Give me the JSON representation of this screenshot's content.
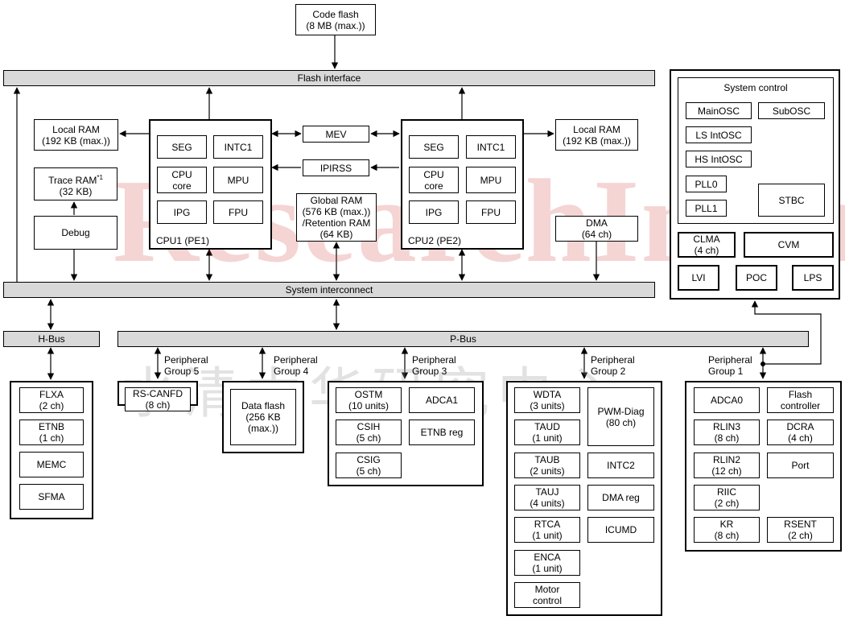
{
  "blocks": {
    "code_flash": "Code flash\n(8 MB (max.))",
    "flash_interface": "Flash interface",
    "local_ram_1": "Local RAM\n(192 KB (max.))",
    "local_ram_2": "Local RAM\n(192 KB (max.))",
    "trace_ram": "Trace RAM",
    "trace_ram_mark": "*1",
    "trace_ram_size": "(32 KB)",
    "debug": "Debug",
    "mev": "MEV",
    "ipirss": "IPIRSS",
    "global_ram": "Global RAM\n(576 KB (max.))\n/Retention RAM\n(64 KB)",
    "dma": "DMA\n(64 ch)",
    "system_interconnect": "System interconnect",
    "h_bus": "H-Bus",
    "p_bus": "P-Bus"
  },
  "cpu1": {
    "label": "CPU1 (PE1)",
    "seg": "SEG",
    "intc1": "INTC1",
    "cpu_core": "CPU\ncore",
    "mpu": "MPU",
    "ipg": "IPG",
    "fpu": "FPU"
  },
  "cpu2": {
    "label": "CPU2 (PE2)",
    "seg": "SEG",
    "intc1": "INTC1",
    "cpu_core": "CPU\ncore",
    "mpu": "MPU",
    "ipg": "IPG",
    "fpu": "FPU"
  },
  "system_control": {
    "title": "System control",
    "mainosc": "MainOSC",
    "subosc": "SubOSC",
    "ls_intosc": "LS IntOSC",
    "hs_intosc": "HS IntOSC",
    "pll0": "PLL0",
    "pll1": "PLL1",
    "stbc": "STBC",
    "clma": "CLMA\n(4 ch)",
    "cvm": "CVM",
    "lvi": "LVI",
    "poc": "POC",
    "lps": "LPS"
  },
  "hbus_group": {
    "flxa": "FLXA\n(2 ch)",
    "etnb": "ETNB\n(1 ch)",
    "memc": "MEMC",
    "sfma": "SFMA"
  },
  "group5": {
    "label": "Peripheral\nGroup 5",
    "rs_canfd": "RS-CANFD\n(8 ch)"
  },
  "group4": {
    "label": "Peripheral\nGroup 4",
    "data_flash": "Data flash\n(256 KB\n(max.))"
  },
  "group3": {
    "label": "Peripheral\nGroup 3",
    "ostm": "OSTM\n(10 units)",
    "adca1": "ADCA1",
    "csih": "CSIH\n(5 ch)",
    "etnb_reg": "ETNB reg",
    "csig": "CSIG\n(5 ch)"
  },
  "group2": {
    "label": "Peripheral\nGroup 2",
    "wdta": "WDTA\n(3 units)",
    "pwm_diag": "PWM-Diag\n(80 ch)",
    "taud": "TAUD\n(1 unit)",
    "taub": "TAUB\n(2 units)",
    "intc2": "INTC2",
    "tauj": "TAUJ\n(4 units)",
    "dma_reg": "DMA reg",
    "rtca": "RTCA\n(1 unit)",
    "icumd": "ICUMD",
    "enca": "ENCA\n(1 unit)",
    "motor_control": "Motor\ncontrol"
  },
  "group1": {
    "label": "Peripheral\nGroup 1",
    "adca0": "ADCA0",
    "flash_controller": "Flash\ncontroller",
    "rlin3": "RLIN3\n(8 ch)",
    "dcra": "DCRA\n(4 ch)",
    "rlin2": "RLIN2\n(12 ch)",
    "port": "Port",
    "riic": "RIIC\n(2 ch)",
    "kr": "KR\n(8 ch)",
    "rsent": "RSENT\n(2 ch)"
  },
  "watermark": {
    "latin": "ResearchInChina",
    "cjk": "水清木华研究中心"
  }
}
